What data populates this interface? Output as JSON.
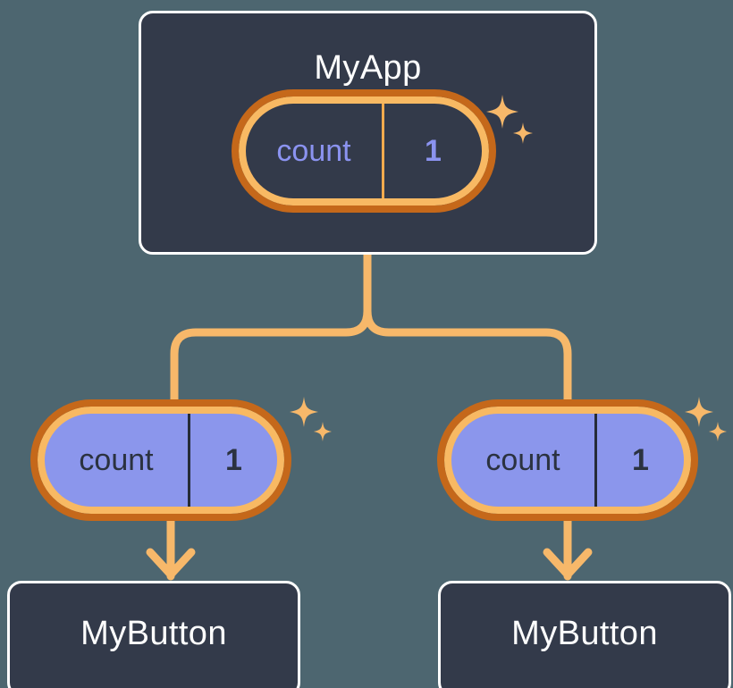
{
  "diagram": {
    "title_text": "MyApp",
    "background_color": "#4d6670",
    "accent_color": "#f4ab4e",
    "ring_outer_color": "#c5681a",
    "ring_inner_color": "#f8b963",
    "pill_purple_color": "#8b96ec",
    "box_fill_color": "#333a4a",
    "box_border_color": "#ffffff"
  },
  "root": {
    "label": "MyApp",
    "state": {
      "name": "count",
      "value": "1"
    },
    "sparkle_label": "sparkle-icon"
  },
  "children": [
    {
      "state": {
        "name": "count",
        "value": "1"
      },
      "component_label": "MyButton",
      "sparkle_label": "sparkle-icon"
    },
    {
      "state": {
        "name": "count",
        "value": "1"
      },
      "component_label": "MyButton",
      "sparkle_label": "sparkle-icon"
    }
  ]
}
